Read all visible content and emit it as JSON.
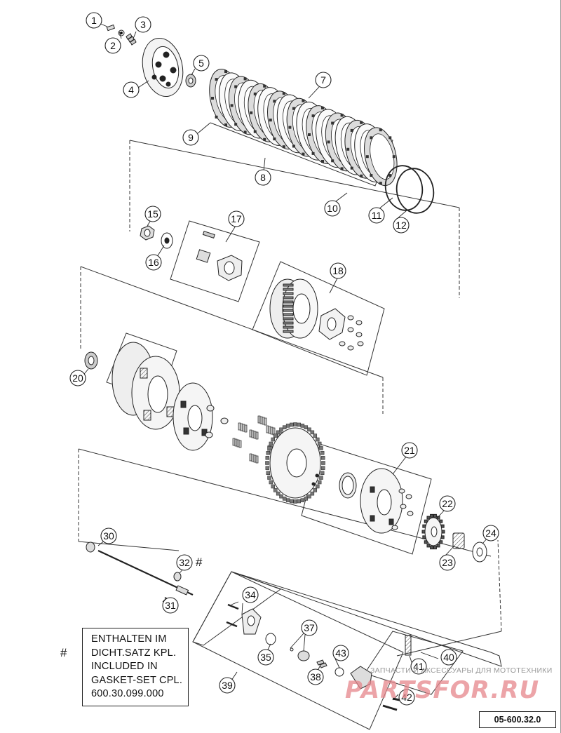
{
  "callouts": [
    "1",
    "2",
    "3",
    "4",
    "5",
    "7",
    "8",
    "9",
    "10",
    "11",
    "12",
    "15",
    "16",
    "17",
    "18",
    "20",
    "21",
    "22",
    "23",
    "24",
    "30",
    "31",
    "32",
    "34",
    "35",
    "37",
    "38",
    "39",
    "40",
    "41",
    "42",
    "43"
  ],
  "legend": {
    "hash": "#",
    "lines": [
      "ENTHALTEN IM",
      "DICHT.SATZ KPL.",
      "INCLUDED IN",
      "GASKET-SET CPL.",
      "600.30.099.000"
    ]
  },
  "hash_32": "#",
  "diagram_code": "05-600.32.0",
  "watermark": {
    "text": "ЗАПЧАСТИ И АКСЕССУАРЫ ДЛЯ МОТОТЕХНИКИ",
    "logo": "PARTSFOR.RU"
  }
}
